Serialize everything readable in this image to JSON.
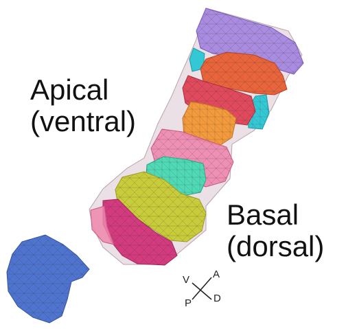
{
  "labels": {
    "apical_line1": "Apical",
    "apical_line2": "(ventral)",
    "basal_line1": "Basal",
    "basal_line2": "(dorsal)"
  },
  "axes": {
    "v": "V",
    "a": "A",
    "p": "P",
    "d": "D"
  },
  "colors": {
    "purple": "#a98ce0",
    "cyan": "#34c8d4",
    "orange_red": "#e8643a",
    "red": "#e14a5c",
    "orange": "#f29a3c",
    "pink": "#ef86ad",
    "teal": "#4fd9b4",
    "yellow": "#c9cc3a",
    "magenta": "#d43a7e",
    "blue": "#4f74cf"
  }
}
